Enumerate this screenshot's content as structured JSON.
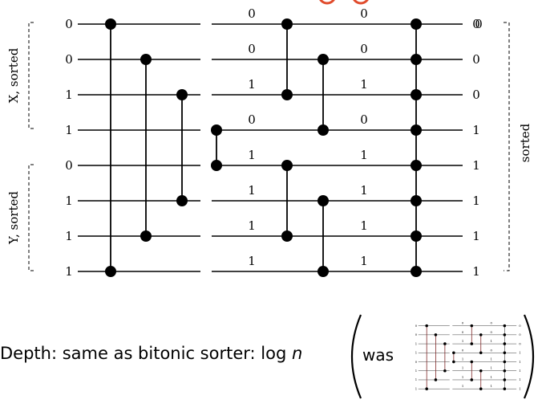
{
  "network": {
    "inputs": [
      "0",
      "0",
      "1",
      "1",
      "0",
      "1",
      "1",
      "1"
    ],
    "middle_after_layer1": [
      "0",
      "0",
      "1",
      "0",
      "1",
      "1",
      "1",
      "1"
    ],
    "middle_after_layer2": [
      "0",
      "0",
      "1",
      "0",
      "1",
      "1",
      "1",
      "1"
    ],
    "outputs": [
      "0",
      "0",
      "0",
      "1",
      "1",
      "1",
      "1",
      "1"
    ],
    "group_labels": {
      "top": "X, sorted",
      "bottom": "Y, sorted",
      "right": "sorted"
    },
    "comparators": [
      {
        "stage": 1,
        "a": 0,
        "b": 7
      },
      {
        "stage": 2,
        "a": 1,
        "b": 6
      },
      {
        "stage": 3,
        "a": 2,
        "b": 5
      },
      {
        "stage": 4,
        "a": 3,
        "b": 4
      },
      {
        "stage": 5,
        "a": 0,
        "b": 2
      },
      {
        "stage": 5,
        "a": 4,
        "b": 6
      },
      {
        "stage": 6,
        "a": 1,
        "b": 3
      },
      {
        "stage": 6,
        "a": 5,
        "b": 7
      }
    ],
    "final_column_wires": [
      0,
      1,
      2,
      3,
      4,
      5,
      6,
      7
    ]
  },
  "caption": {
    "text": "Depth: same as bitonic sorter: log ",
    "math": "n"
  },
  "thumbnail": {
    "label": "was",
    "inputs": [
      "0",
      "0",
      "1",
      "1",
      "0",
      "1",
      "1",
      "1"
    ],
    "middle_after_layer1": [
      "0",
      "0",
      "1",
      "0",
      "1",
      "1",
      "1",
      "1"
    ],
    "middle_after_layer2": [
      "0",
      "0",
      "1",
      "0",
      "1",
      "1",
      "1",
      "1"
    ],
    "outputs": [
      "0",
      "0",
      "0",
      "1",
      "1",
      "1",
      "1",
      "1"
    ],
    "link_color": "#7a1f1f"
  },
  "accent_color": "#e04b2c"
}
